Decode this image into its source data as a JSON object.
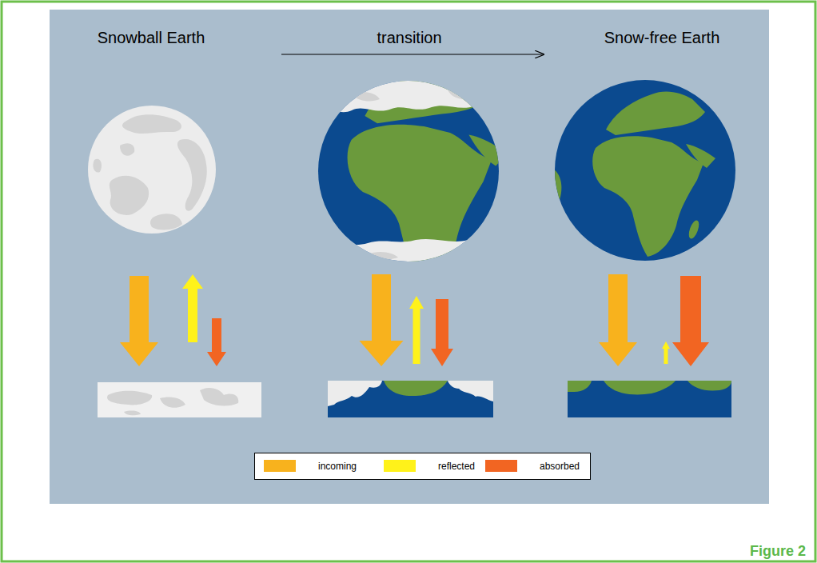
{
  "diagram": {
    "caption": "Figure 2",
    "labels": [
      "Snowball Earth",
      "transition",
      "Snow-free Earth"
    ],
    "legend": [
      {
        "text": "incoming",
        "color": "#f8b21d"
      },
      {
        "text": "reflected",
        "color": "#fff21a"
      },
      {
        "text": "absorbed",
        "color": "#f26522"
      }
    ]
  }
}
